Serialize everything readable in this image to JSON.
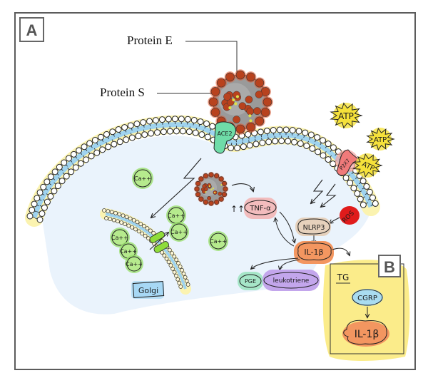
{
  "figure": {
    "panels": [
      {
        "id": "A",
        "label": "A"
      },
      {
        "id": "B",
        "label": "B"
      }
    ],
    "callouts": {
      "protein_e": "Protein E",
      "protein_s": "Protein S"
    },
    "membrane_labels": {
      "receptor_ace2": "ACE2",
      "receptor_p2x7": "P2X7"
    },
    "extracellular": {
      "atp": [
        "ATP",
        "ATP",
        "ATP"
      ]
    },
    "intracellular": {
      "calcium": [
        "Ca++",
        "Ca++",
        "Ca++",
        "Ca++",
        "Ca++",
        "Ca++",
        "Ca++"
      ],
      "golgi": "Golgi",
      "tnf": "TNF-α",
      "tnf_indicator": "↑↑",
      "nlrp3": "NLRP3",
      "ros": "ROS",
      "il1b": "IL-1β",
      "pge": "PGE",
      "leukotriene": "leukotriene"
    },
    "panel_b": {
      "title": "TG",
      "cgrp": "CGRP",
      "il1b": "IL-1β"
    },
    "colors": {
      "frame": "#5c5c5c",
      "cytoplasm": "#eaf3fc",
      "membrane_core": "#9fd3ef",
      "membrane_halo": "#fbf3b0",
      "virus_body": "#8f8f8f",
      "virus_spike": "#c0401c",
      "calcium": "#9be06e",
      "ace2": "#6fdca8",
      "p2x7": "#f08080",
      "atp": "#f5e13a",
      "tnf": "#f3b2b2",
      "nlrp3": "#e6cdb5",
      "ros": "#e01b1b",
      "il1b": "#f39660",
      "pge": "#a6e6c8",
      "leukotriene": "#c3a6ec",
      "golgi": "#a7d8f5",
      "tg_box": "#fbec8a",
      "cgrp": "#a9dcf0"
    }
  }
}
